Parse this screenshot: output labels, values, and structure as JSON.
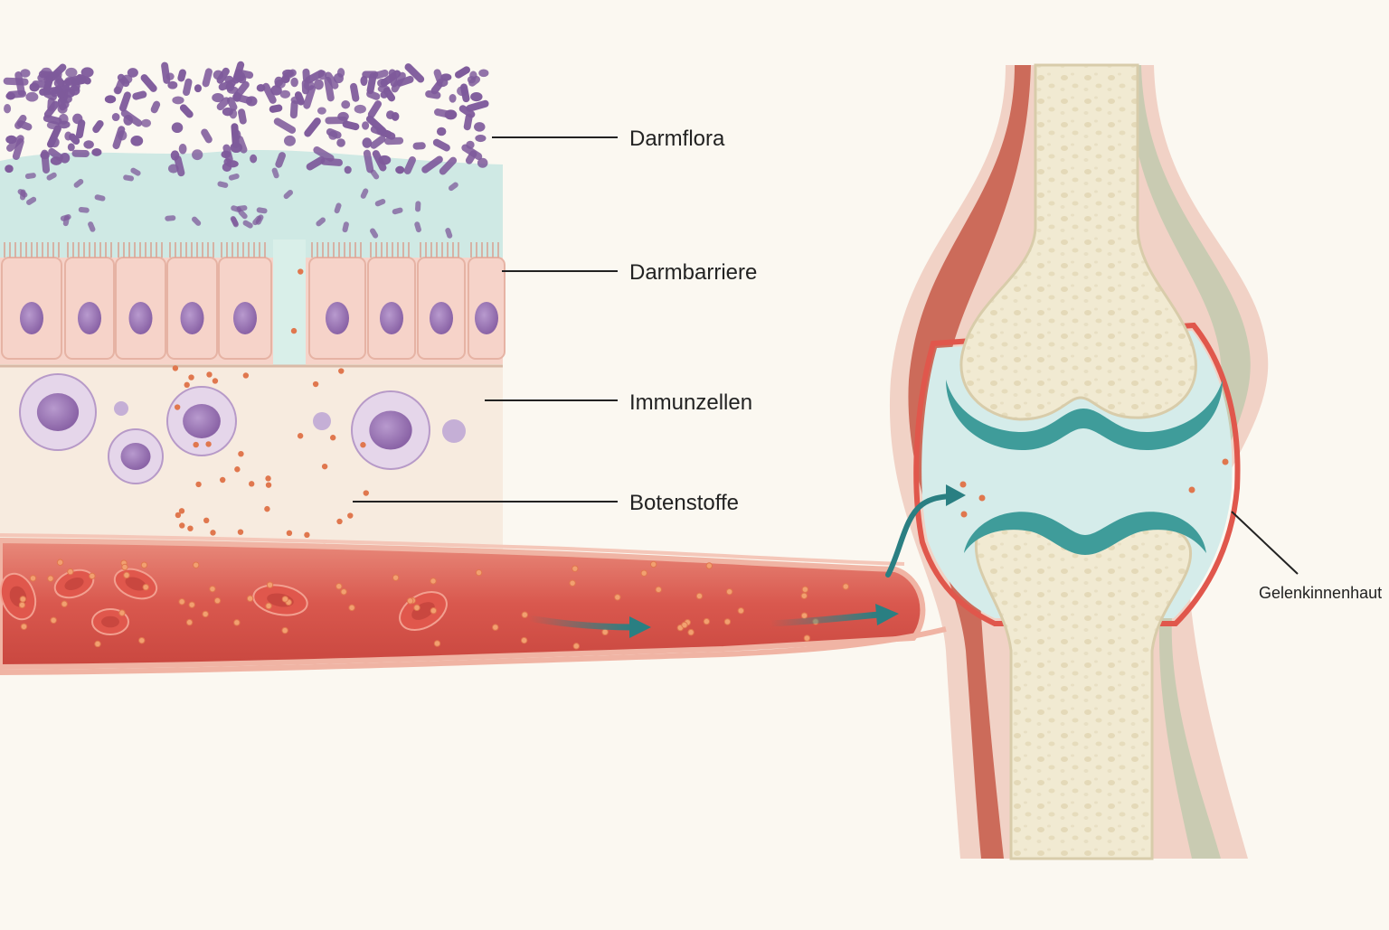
{
  "labels": {
    "gut_flora": "Darmflora",
    "gut_barrier": "Darmbarriere",
    "immune_cells": "Immunzellen",
    "messengers": "Botenstoffe",
    "synovium": "Gelenkinnenhaut"
  },
  "colors": {
    "background": "#fbf8f1",
    "bacteria": "#7e5a9b",
    "mucus": "#cfe9e4",
    "epithelium": "#f6d3c9",
    "nucleus": "#9a75b4",
    "lamina_propria": "#f7ebdf",
    "messenger_dots": "#e0774e",
    "vessel": "#d9584e",
    "red_blood_cell": "#e0574c",
    "flow_arrow": "#2a7f82",
    "bone": "#f1ead2",
    "cartilage": "#3f9c9a",
    "synovial_fluid": "#d5ecea",
    "muscle": "#cc6b5a",
    "leader_line": "#222222"
  },
  "icons": {
    "flow_arrow": "arrow-right-icon",
    "entry_arrow": "curved-arrow-icon"
  }
}
